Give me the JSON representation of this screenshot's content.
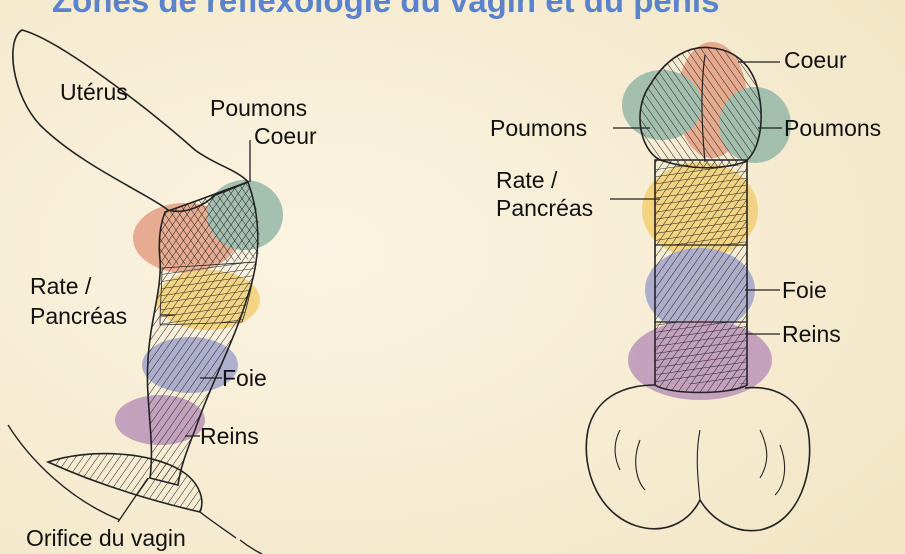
{
  "title": "Zones de réflexologie du vagin et du pénis",
  "vagina": {
    "uterus": "Utérus",
    "lungs": "Poumons",
    "heart": "Coeur",
    "spleen_line1": "Rate /",
    "spleen_line2": "Pancréas",
    "liver": "Foie",
    "kidneys": "Reins",
    "opening": "Orifice du vagin"
  },
  "penis": {
    "heart": "Coeur",
    "lungs_left": "Poumons",
    "lungs_right": "Poumons",
    "spleen_line1": "Rate /",
    "spleen_line2": "Pancréas",
    "liver": "Foie",
    "kidneys": "Reins"
  },
  "colors": {
    "title": "#5b82cc",
    "heart_zone": "#e39a7f",
    "lung_zone": "#8fb3a4",
    "spleen_zone": "#f1cd6e",
    "liver_zone": "#9b9fc9",
    "kidney_zone": "#b78fb8",
    "paper": "#f7efd9"
  }
}
